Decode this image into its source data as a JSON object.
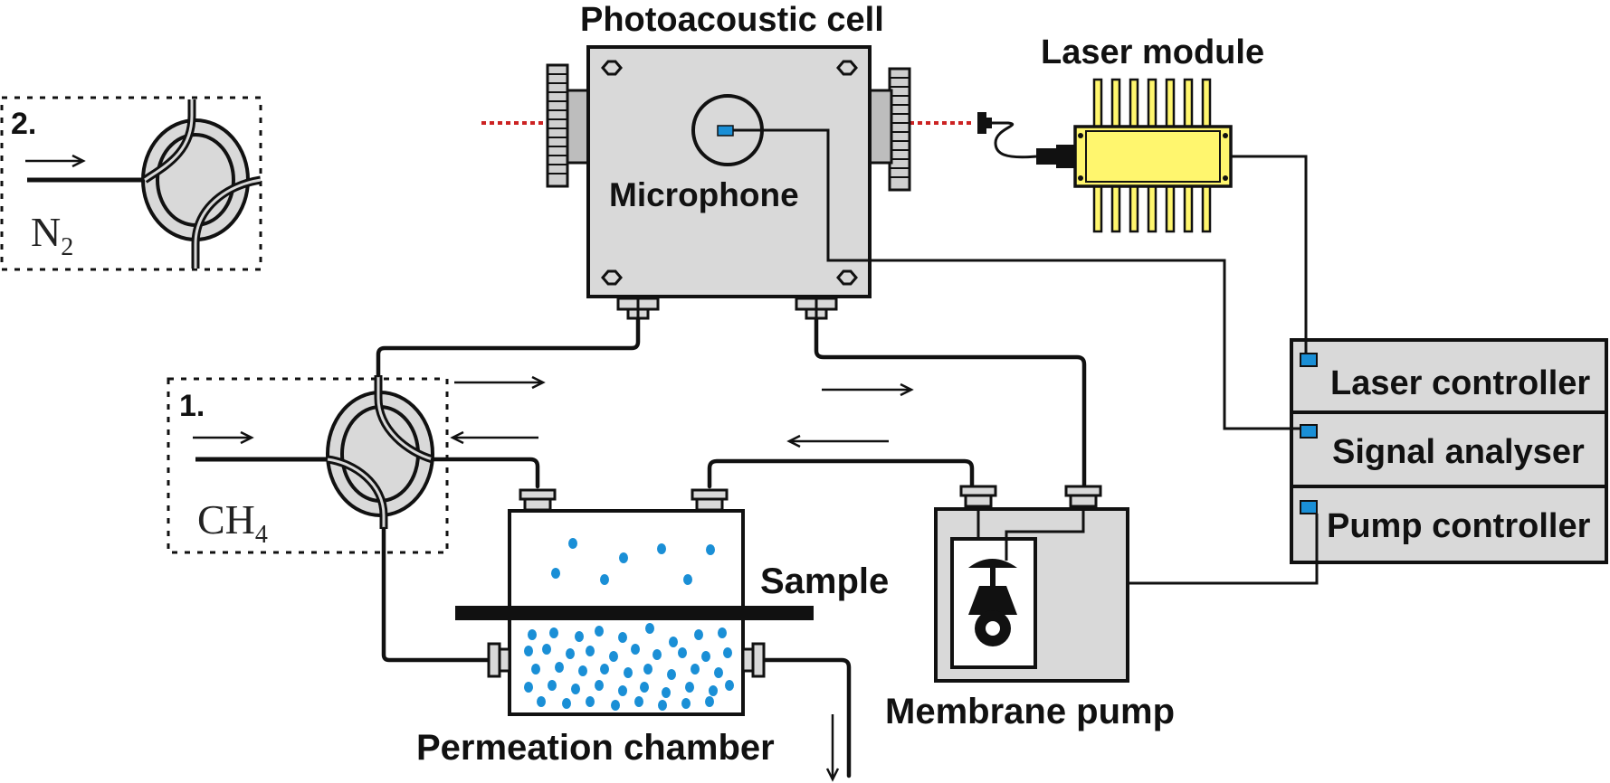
{
  "labels": {
    "photoacoustic_cell": "Photoacoustic cell",
    "laser_module": "Laser module",
    "microphone": "Microphone",
    "laser_controller": "Laser controller",
    "signal_analyser": "Signal analyser",
    "pump_controller": "Pump controller",
    "sample": "Sample",
    "permeation_chamber": "Permeation chamber",
    "membrane_pump": "Membrane pump"
  },
  "valves": {
    "valve1": {
      "number": "1.",
      "gas": "CH",
      "gas_sub": "4"
    },
    "valve2": {
      "number": "2.",
      "gas": "N",
      "gas_sub": "2"
    }
  },
  "colors": {
    "housing": "#d9d9d9",
    "laser_body": "#fff66e",
    "indicator": "#1a8fd6",
    "dots": "#1a8fd6",
    "beam": "#cc2222"
  },
  "icons": [
    "valve-icon",
    "microphone-icon",
    "piston-icon",
    "fiber-connector-icon",
    "flow-arrow-icon"
  ]
}
